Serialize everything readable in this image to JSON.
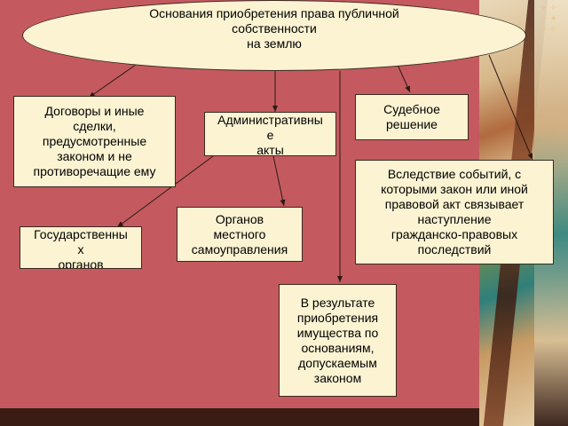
{
  "title": "Основания приобретения права публичной\nсобственности\nна землю",
  "boxes": {
    "contracts": "Договоры и иные\nсделки,\nпредусмотренные\nзаконом и не\nпротиворечащие ему",
    "admin_acts": "Административны\nе\nакты",
    "court": "Судебное\nрешение",
    "events": "Вследствие событий, с\nкоторыми закон или иной\nправовой акт связывает\nнаступление\nгражданско-правовых\nпоследствий",
    "state_bodies": "Государственны\nх\nорганов",
    "local_bodies": "Органов\nместного\nсамоуправления",
    "acquisition": "В результате\nприобретения\nимущества по\nоснованиям,\nдопускаемым\nзаконом"
  },
  "colors": {
    "background": "#c45a60",
    "box_fill": "#fbf3d2",
    "line": "#2a1a14"
  }
}
